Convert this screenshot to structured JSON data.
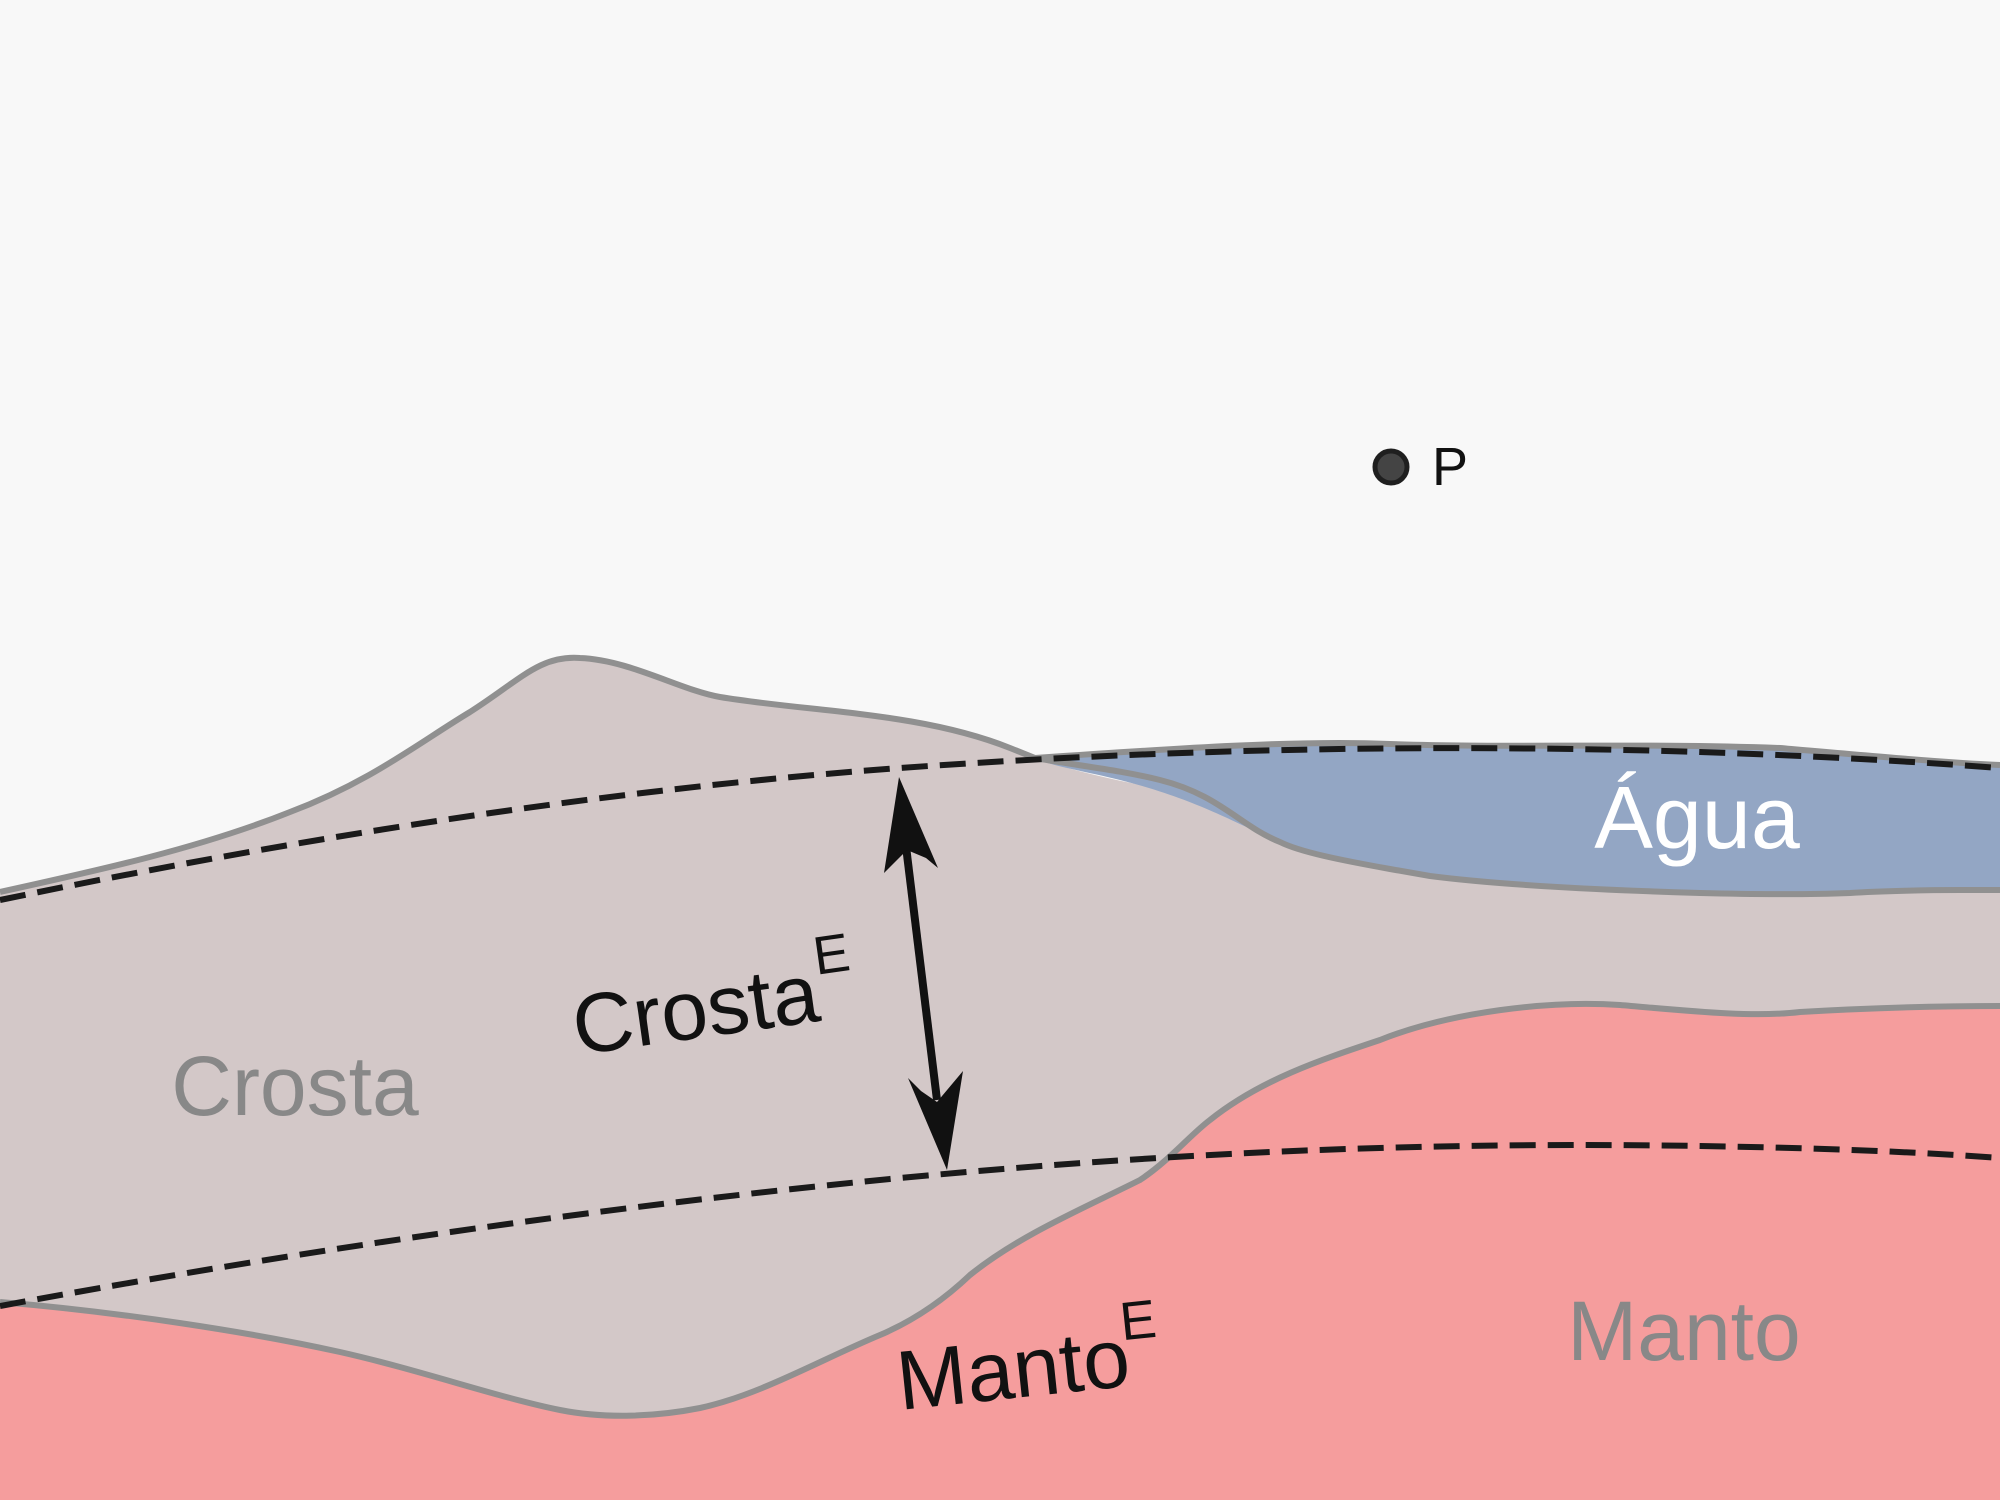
{
  "labels": {
    "point": "P",
    "water": "Água",
    "crust": "Crosta",
    "mantle": "Manto",
    "ref_crust_main": "Crosta",
    "ref_crust_sup": "E",
    "ref_mantle_main": "Manto",
    "ref_mantle_sup": "E"
  },
  "colors": {
    "background": "#f8f8f8",
    "crust": "#d3c8c8",
    "mantle": "#f59d9d",
    "water": "#93a6c4",
    "boundary": "#909090",
    "reference_line": "#1a1a1a",
    "label_gray": "#888888",
    "label_water": "#ffffff",
    "label_black": "#111111"
  }
}
